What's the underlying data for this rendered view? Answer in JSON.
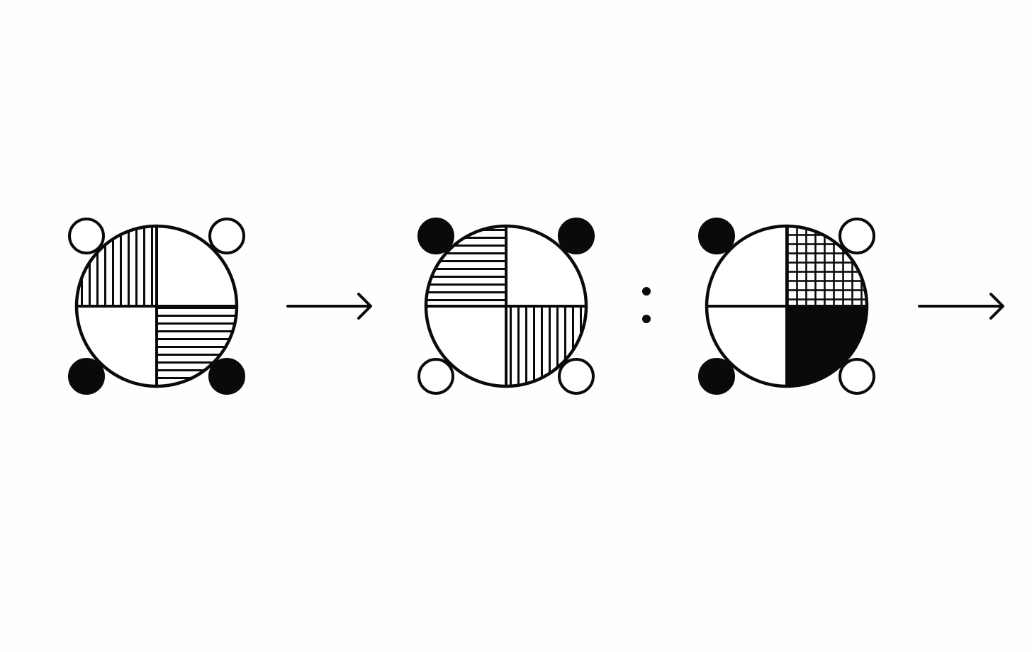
{
  "colors": {
    "background": "#fefefe",
    "ink": "#0a0a0a",
    "paper": "#ffffff"
  },
  "diagram": {
    "type": "analogy-sequence",
    "sequence": [
      {
        "kind": "figure",
        "id": "figure-1"
      },
      {
        "kind": "arrow",
        "id": "arrow-1"
      },
      {
        "kind": "figure",
        "id": "figure-2"
      },
      {
        "kind": "analogy-colon",
        "id": "colon"
      },
      {
        "kind": "figure",
        "id": "figure-3"
      },
      {
        "kind": "arrow",
        "id": "arrow-2"
      }
    ],
    "figures": [
      {
        "id": "figure-1",
        "quadrants": {
          "top-left": "vertical-stripes",
          "top-right": "blank",
          "bottom-left": "blank",
          "bottom-right": "horizontal-stripes"
        },
        "corner_dots": {
          "top-left": "hollow",
          "top-right": "hollow",
          "bottom-left": "filled",
          "bottom-right": "filled"
        }
      },
      {
        "id": "figure-2",
        "quadrants": {
          "top-left": "horizontal-stripes",
          "top-right": "blank",
          "bottom-left": "blank",
          "bottom-right": "vertical-stripes"
        },
        "corner_dots": {
          "top-left": "filled",
          "top-right": "filled",
          "bottom-left": "hollow",
          "bottom-right": "hollow"
        }
      },
      {
        "id": "figure-3",
        "quadrants": {
          "top-left": "blank",
          "top-right": "grid",
          "bottom-left": "blank",
          "bottom-right": "solid"
        },
        "corner_dots": {
          "top-left": "filled",
          "top-right": "hollow",
          "bottom-left": "filled",
          "bottom-right": "hollow"
        }
      }
    ]
  }
}
